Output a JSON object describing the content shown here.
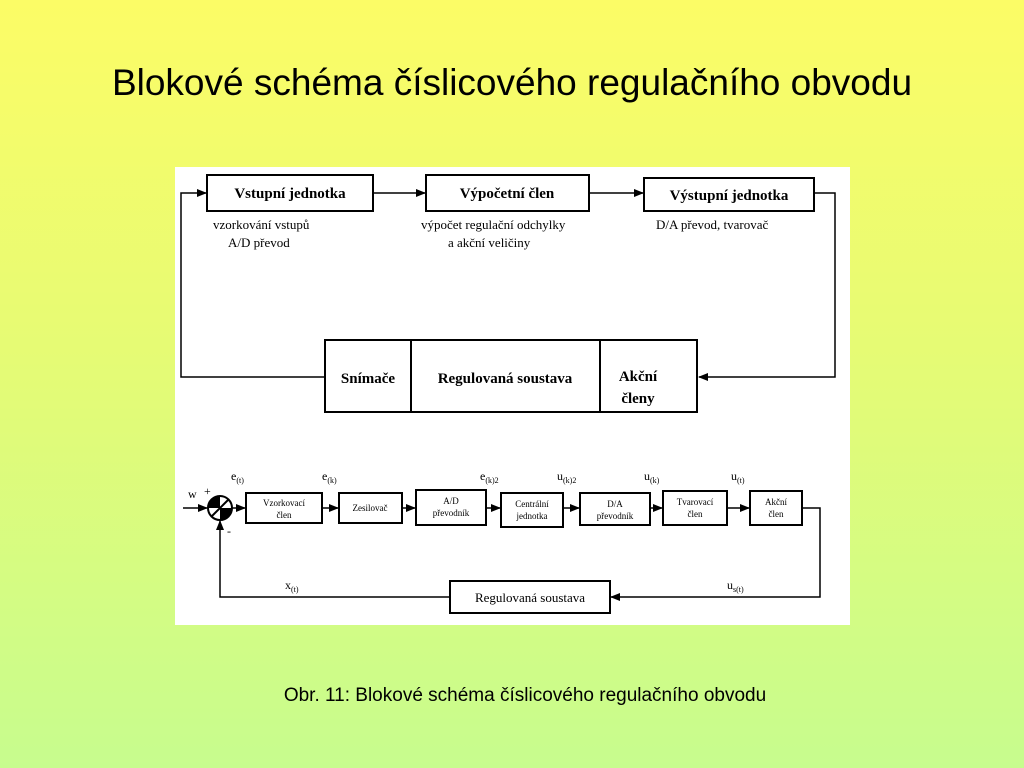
{
  "slide": {
    "title": "Blokové schéma číslicového regulačního obvodu",
    "caption": "Obr. 11: Blokové schéma číslicového regulačního obvodu"
  },
  "diagram1": {
    "input_unit": {
      "label": "Vstupní jednotka",
      "note_line1": "vzorkování vstupů",
      "note_line2": "A/D převod"
    },
    "compute_unit": {
      "label": "Výpočetní člen",
      "note_line1": "výpočet regulační odchylky",
      "note_line2": "a akční veličiny"
    },
    "output_unit": {
      "label": "Výstupní jednotka",
      "note_line1": "D/A převod, tvarovač"
    },
    "plant": {
      "sensors": "Snímače",
      "system": "Regulovaná soustava",
      "actuators_line1": "Akční",
      "actuators_line2": "členy"
    }
  },
  "diagram2": {
    "input": {
      "w": "w",
      "plus": "+",
      "minus": "-"
    },
    "signals": {
      "e_t": {
        "base": "e",
        "sub": "(t)"
      },
      "e_k": {
        "base": "e",
        "sub": "(k)"
      },
      "e_k2": {
        "base": "e",
        "sub": "(k)2"
      },
      "u_k2": {
        "base": "u",
        "sub": "(k)2"
      },
      "u_k": {
        "base": "u",
        "sub": "(k)"
      },
      "u_t": {
        "base": "u",
        "sub": "(t)"
      },
      "x_t": {
        "base": "x",
        "sub": "(t)"
      },
      "us_t": {
        "base": "u",
        "sub": "s(t)"
      }
    },
    "blocks": {
      "sampling": {
        "line1": "Vzorkovací",
        "line2": "člen"
      },
      "amplifier": {
        "line1": "Zesilovač"
      },
      "ad_converter": {
        "line1": "A/D",
        "line2": "převodník"
      },
      "cpu": {
        "line1": "Centrální",
        "line2": "jednotka"
      },
      "da_converter": {
        "line1": "D/A",
        "line2": "převodník"
      },
      "shaper": {
        "line1": "Tvarovací",
        "line2": "člen"
      },
      "actuator": {
        "line1": "Akční",
        "line2": "člen"
      },
      "plant": {
        "line1": "Regulovaná soustava"
      }
    }
  }
}
